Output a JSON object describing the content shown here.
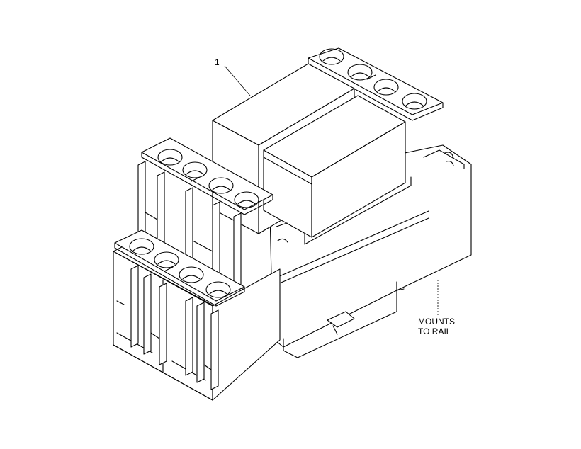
{
  "callouts": {
    "item_1": "1",
    "rail_line1": "MOUNTS",
    "rail_line2": "TO RAIL"
  },
  "colors": {
    "line": "#000000",
    "background": "#ffffff"
  }
}
